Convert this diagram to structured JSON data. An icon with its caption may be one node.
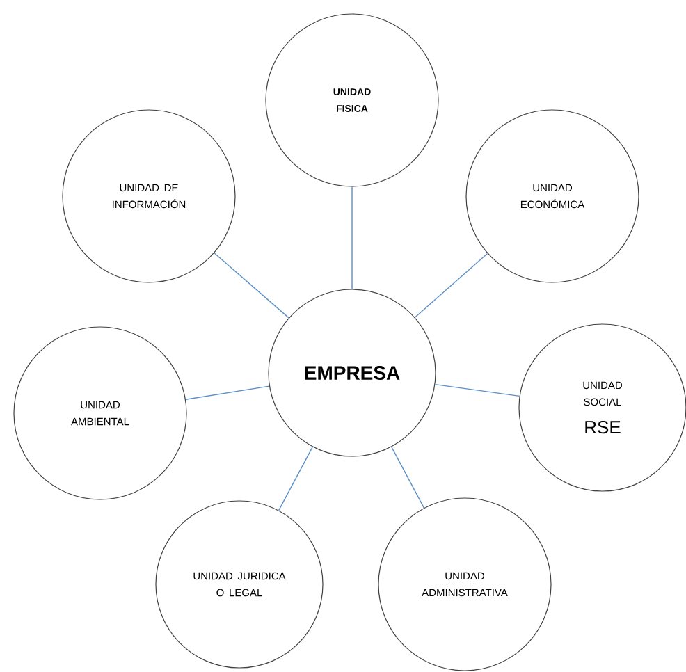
{
  "diagram": {
    "nodes": [
      {
        "text": [
          "EMPRESA"
        ]
      },
      {
        "text": [
          "UNIDAD FISICA"
        ]
      },
      {
        "text": [
          "UNIDAD DE INFORMACIÓN"
        ]
      },
      {
        "text": [
          "UNIDAD ECONÓMICA"
        ]
      },
      {
        "text": [
          "UNIDAD AMBIENTAL"
        ]
      },
      {
        "text": [
          "UNIDAD SOCIAL",
          "RSE"
        ]
      },
      {
        "text": [
          "UNIDAD JURIDICA O LEGAL"
        ]
      },
      {
        "text": [
          "UNIDAD ADMINISTRATIVA"
        ]
      }
    ],
    "edges": [
      {
        "from": 0,
        "to": 1,
        "arrow": "none"
      },
      {
        "from": 0,
        "to": 2,
        "arrow": "none"
      },
      {
        "from": 0,
        "to": 3,
        "arrow": "none"
      },
      {
        "from": 0,
        "to": 4,
        "arrow": "none"
      },
      {
        "from": 0,
        "to": 5,
        "arrow": "none"
      },
      {
        "from": 0,
        "to": 6,
        "arrow": "none"
      },
      {
        "from": 0,
        "to": 7,
        "arrow": "none"
      }
    ]
  }
}
